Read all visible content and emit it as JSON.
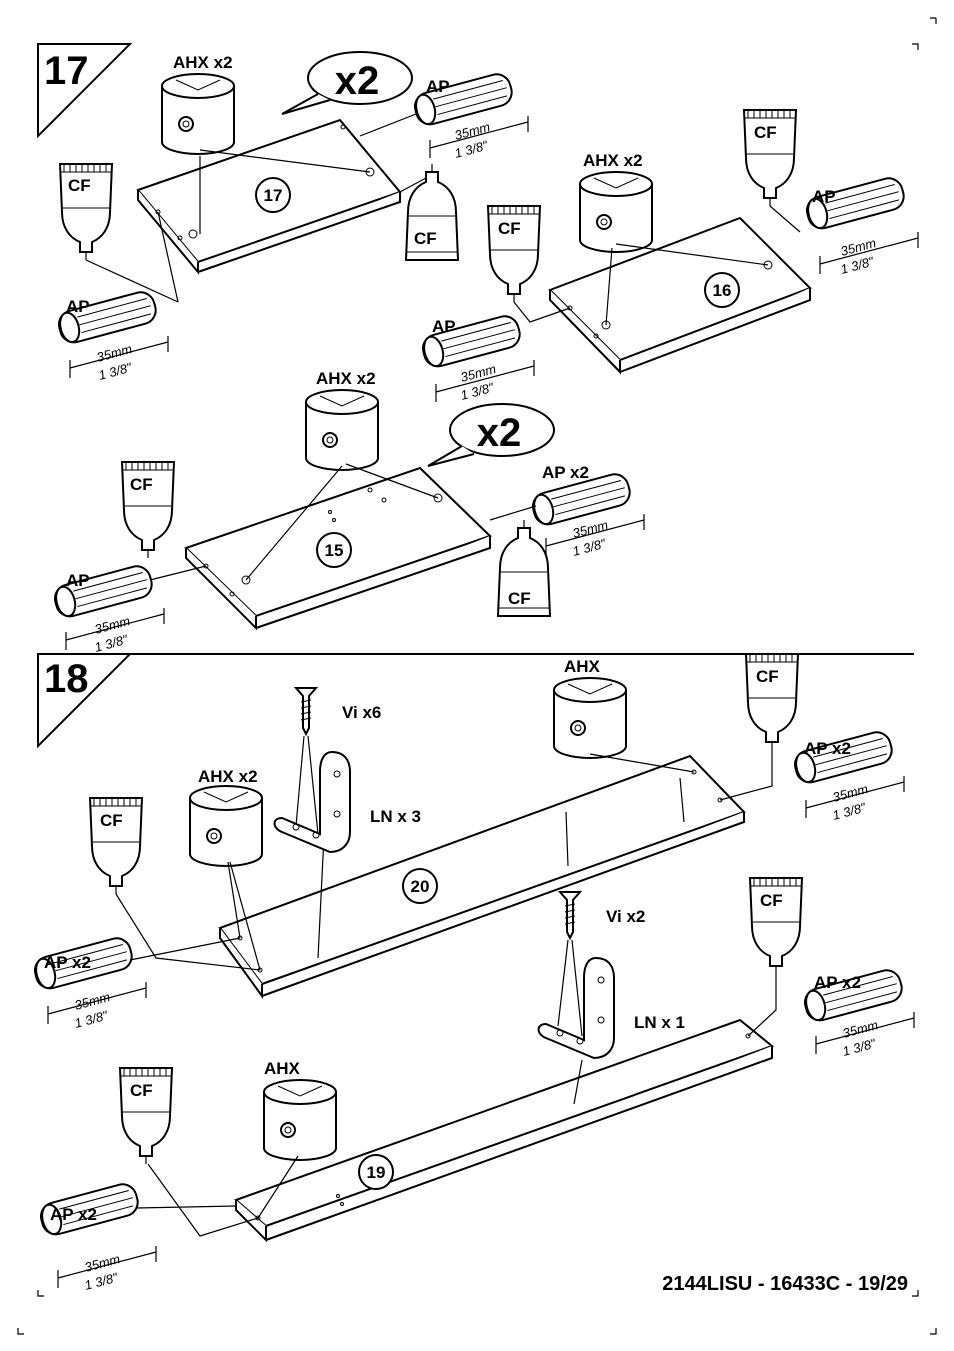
{
  "steps": [
    {
      "number": "17"
    },
    {
      "number": "18"
    }
  ],
  "labels": {
    "ahx_x2": "AHX x2",
    "ahx": "AHX",
    "ap": "AP",
    "ap_x2": "AP x2",
    "cf": "CF",
    "x2": "x2",
    "vi_x6": "Vi  x6",
    "vi_x2": "Vi  x2",
    "ln_x3": "LN  x 3",
    "ln_x1": "LN  x 1",
    "dim_mm": "35mm",
    "dim_in": "1 3/8\""
  },
  "parts": {
    "p17": "17",
    "p16": "16",
    "p15": "15",
    "p20": "20",
    "p19": "19"
  },
  "footer": {
    "reference": "2144LISU  -  16433C  -  19/29"
  }
}
